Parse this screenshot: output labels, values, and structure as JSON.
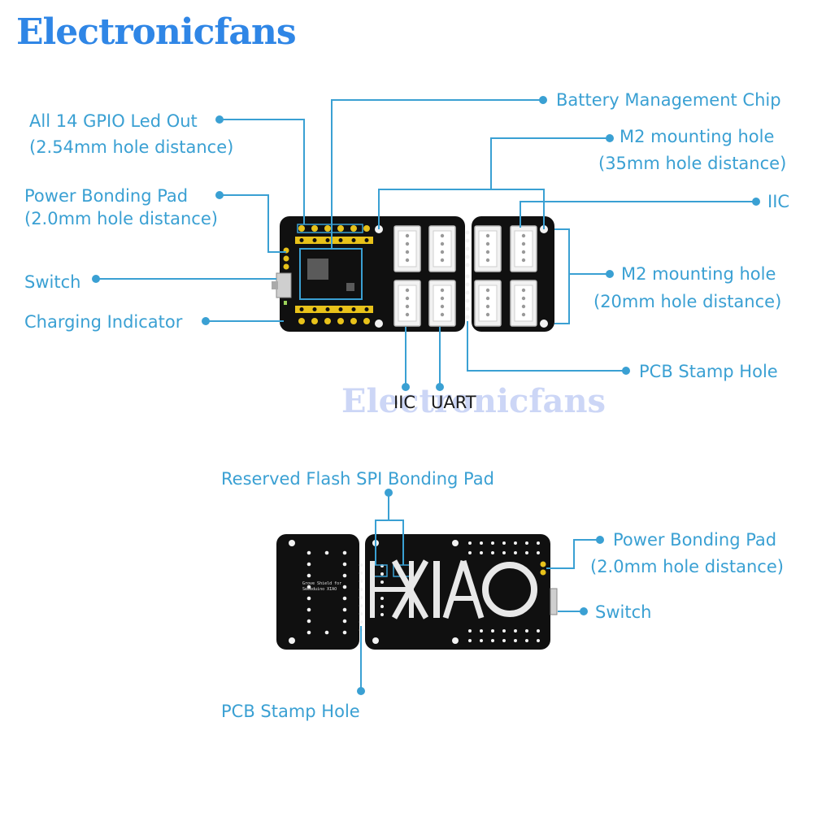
{
  "brand": "Electronicfans",
  "watermark": "Electronicfans",
  "top_labels": {
    "gpio_line1": "All 14 GPIO Led Out",
    "gpio_line2": "(2.54mm hole distance)",
    "power_pad_line1": "Power Bonding Pad",
    "power_pad_line2": "(2.0mm hole distance)",
    "switch": "Switch",
    "charging": "Charging Indicator",
    "battery_chip": "Battery Management Chip",
    "m2_35_line1": "M2 mounting hole",
    "m2_35_line2": "(35mm hole distance)",
    "iic_right": "IIC",
    "m2_20_line1": "M2 mounting hole",
    "m2_20_line2": "(20mm hole distance)",
    "stamp_hole": "PCB Stamp Hole",
    "iic_bottom": "IIC",
    "uart_bottom": "UART"
  },
  "bottom_labels": {
    "flash_spi": "Reserved Flash SPI Bonding Pad",
    "power_pad_line1": "Power Bonding Pad",
    "power_pad_line2": "(2.0mm hole distance)",
    "switch": "Switch",
    "stamp_hole": "PCB Stamp Hole"
  },
  "pcb_back": {
    "logo_text": "XIAO",
    "silk_text": "Grove Shield for Seeeduino XIAO"
  },
  "colors": {
    "label_blue": "#3aa0d3",
    "pcb_black": "#101010",
    "pad_gold": "#e8c21a",
    "highlight_blue": "#3aa0d3",
    "brand_blue": "#2f86e6"
  }
}
